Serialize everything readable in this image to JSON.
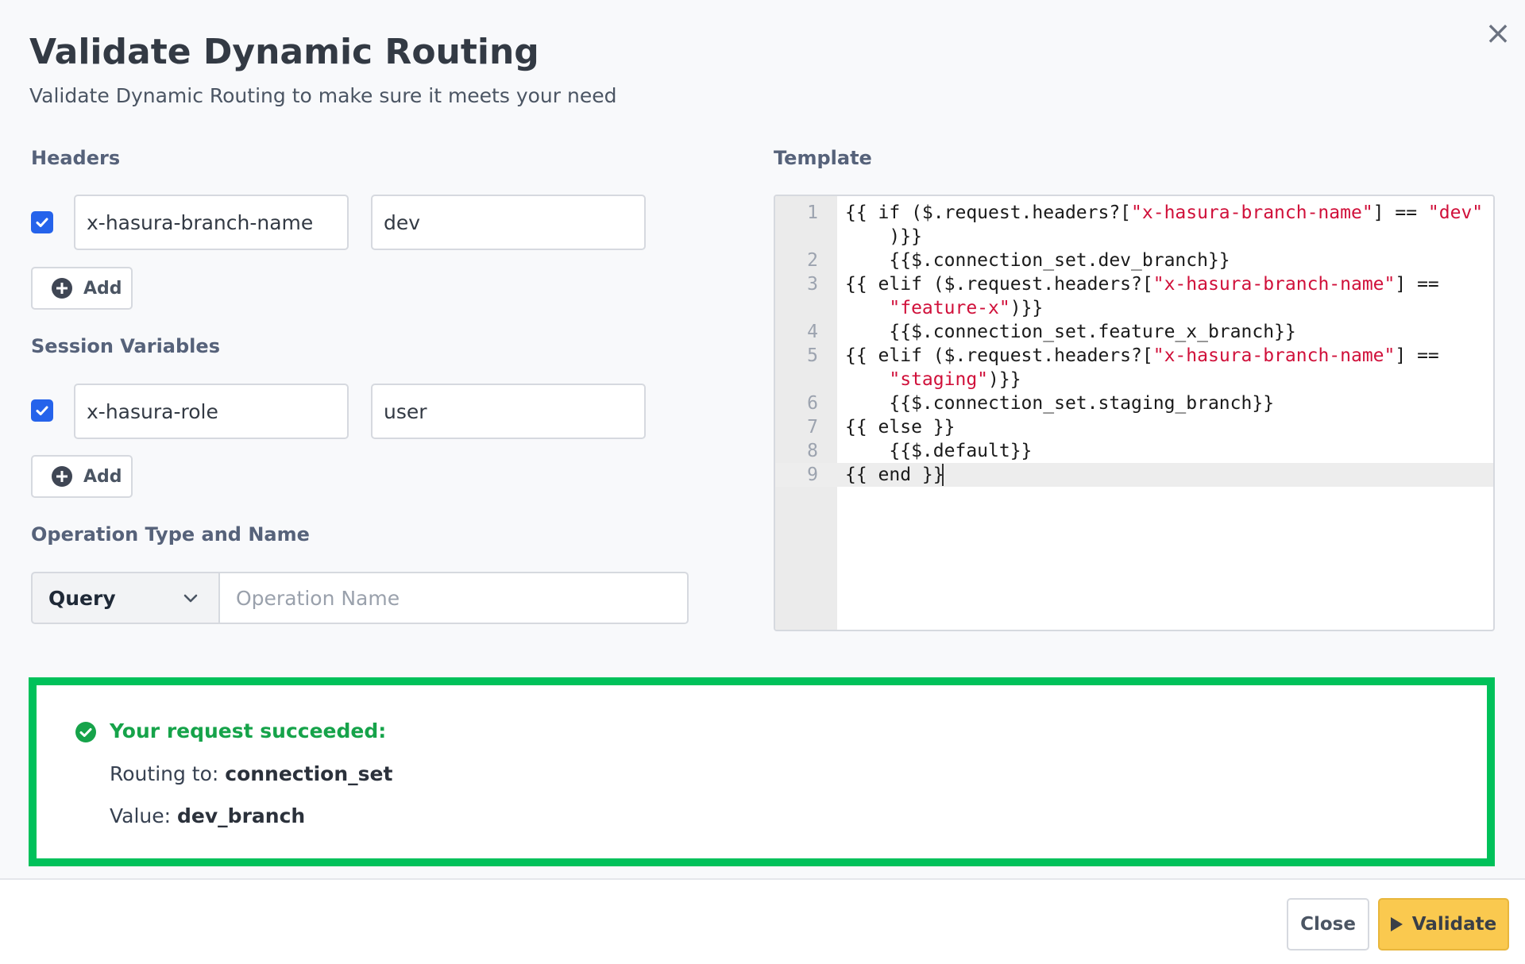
{
  "modal": {
    "title": "Validate Dynamic Routing",
    "subtitle": "Validate Dynamic Routing to make sure it meets your need",
    "close_symbol": "×"
  },
  "headers": {
    "label": "Headers",
    "rows": [
      {
        "checked": true,
        "key": "x-hasura-branch-name",
        "value": "dev"
      }
    ],
    "add_label": "Add"
  },
  "session_variables": {
    "label": "Session Variables",
    "rows": [
      {
        "checked": true,
        "key": "x-hasura-role",
        "value": "user"
      }
    ],
    "add_label": "Add"
  },
  "operation": {
    "label": "Operation Type and Name",
    "type_selected": "Query",
    "name_placeholder": "Operation Name"
  },
  "template": {
    "label": "Template",
    "lines": [
      {
        "n": "1",
        "parts": [
          {
            "t": "{{ if ($.request.headers?["
          },
          {
            "t": "\"x-hasura-branch-name\"",
            "s": true
          },
          {
            "t": "] == "
          },
          {
            "t": "\"dev\"",
            "s": true
          }
        ]
      },
      {
        "n": "",
        "parts": [
          {
            "t": "    )}}"
          }
        ]
      },
      {
        "n": "2",
        "parts": [
          {
            "t": "    {{$.connection_set.dev_branch}}"
          }
        ]
      },
      {
        "n": "3",
        "parts": [
          {
            "t": "{{ elif ($.request.headers?["
          },
          {
            "t": "\"x-hasura-branch-name\"",
            "s": true
          },
          {
            "t": "] =="
          }
        ]
      },
      {
        "n": "",
        "parts": [
          {
            "t": "    "
          },
          {
            "t": "\"feature-x\"",
            "s": true
          },
          {
            "t": ")}}"
          }
        ]
      },
      {
        "n": "4",
        "parts": [
          {
            "t": "    {{$.connection_set.feature_x_branch}}"
          }
        ]
      },
      {
        "n": "5",
        "parts": [
          {
            "t": "{{ elif ($.request.headers?["
          },
          {
            "t": "\"x-hasura-branch-name\"",
            "s": true
          },
          {
            "t": "] =="
          }
        ]
      },
      {
        "n": "",
        "parts": [
          {
            "t": "    "
          },
          {
            "t": "\"staging\"",
            "s": true
          },
          {
            "t": ")}}"
          }
        ]
      },
      {
        "n": "6",
        "parts": [
          {
            "t": "    {{$.connection_set.staging_branch}}"
          }
        ]
      },
      {
        "n": "7",
        "parts": [
          {
            "t": "{{ else }}"
          }
        ]
      },
      {
        "n": "8",
        "parts": [
          {
            "t": "    {{$.default}}"
          }
        ]
      },
      {
        "n": "9",
        "parts": [
          {
            "t": "{{ end }}"
          }
        ]
      }
    ]
  },
  "result": {
    "title": "Your request succeeded:",
    "routing_label": "Routing to: ",
    "routing_value": "connection_set",
    "value_label": "Value: ",
    "value_value": "dev_branch",
    "status_color": "#00c15a"
  },
  "footer": {
    "close_label": "Close",
    "validate_label": "Validate",
    "validate_color": "#fac94f"
  }
}
